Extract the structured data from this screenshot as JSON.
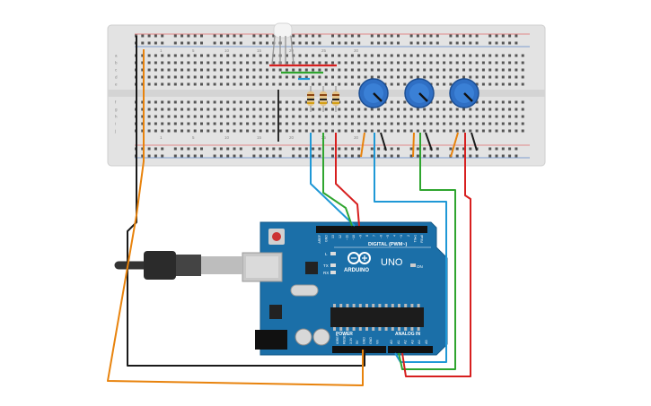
{
  "board": {
    "brand": "ARDUINO",
    "model": "UNO",
    "digital_header_label": "DIGITAL (PWM~)",
    "power_label": "POWER",
    "analog_label": "ANALOG IN",
    "on_label": "ON",
    "tx_label": "TX",
    "rx_label": "RX",
    "l_label": "L",
    "digital_pins": [
      "AREF",
      "GND",
      "13",
      "12",
      "~11",
      "~10",
      "~9",
      "8",
      "7",
      "~6",
      "~5",
      "4",
      "~3",
      "2",
      "TX▸1",
      "RX◂0"
    ],
    "power_pins": [
      "IOREF",
      "RESET",
      "3.3V",
      "5V",
      "GND",
      "GND",
      "Vin"
    ],
    "analog_pins": [
      "A0",
      "A1",
      "A2",
      "A3",
      "A4",
      "A5"
    ]
  },
  "breadboard": {
    "column_numbers": [
      "1",
      "5",
      "10",
      "15",
      "20",
      "25",
      "30"
    ],
    "row_letters_top": [
      "a",
      "b",
      "c",
      "d",
      "e"
    ],
    "row_letters_bottom": [
      "f",
      "g",
      "h",
      "i",
      "j"
    ]
  },
  "colors": {
    "wire_black": "#1a1a1a",
    "wire_orange": "#e8830d",
    "wire_red": "#d71f1f",
    "wire_green": "#2fa52f",
    "wire_blue": "#1f98d6",
    "board_blue": "#1b6fa8",
    "pot_blue": "#2f6fc4",
    "breadboard": "#e6e6e6"
  }
}
